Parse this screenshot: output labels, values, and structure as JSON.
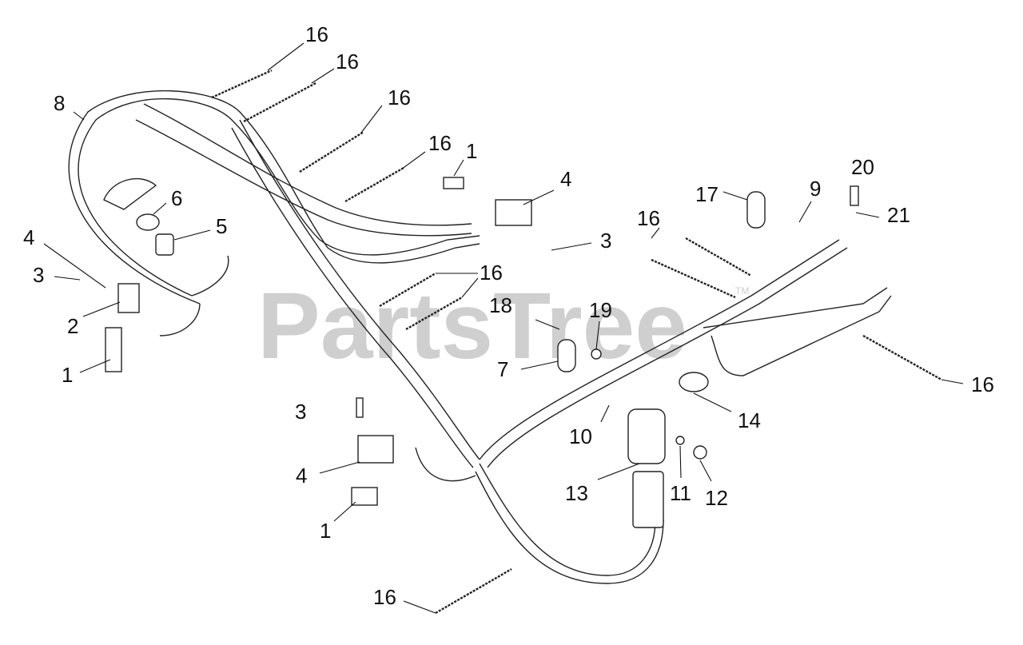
{
  "watermark": {
    "text": "PartsTree",
    "trademark": "TM"
  },
  "callouts": {
    "c16a": "16",
    "c16b": "16",
    "c16c": "16",
    "c16d": "16",
    "c16e": "16",
    "c16f": "16",
    "c16g": "16",
    "c16h": "16",
    "c8": "8",
    "c6": "6",
    "c5": "5",
    "c4a": "4",
    "c3a": "3",
    "c2": "2",
    "c1a": "1",
    "c1b": "1",
    "c4b": "4",
    "c3b": "3",
    "c17": "17",
    "c9": "9",
    "c20": "20",
    "c21": "21",
    "c18": "18",
    "c19": "19",
    "c7": "7",
    "c14": "14",
    "c10": "10",
    "c13": "13",
    "c11": "11",
    "c12": "12",
    "c3c": "3",
    "c4c": "4",
    "c1c": "1"
  }
}
